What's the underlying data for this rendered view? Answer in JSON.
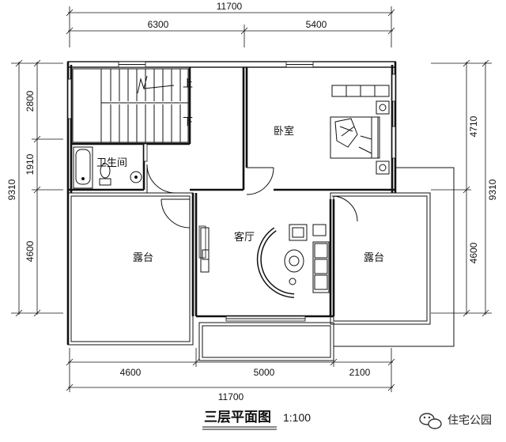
{
  "dimensions": {
    "top_total": "11700",
    "top_left": "6300",
    "top_right": "5400",
    "bottom_total": "11700",
    "bottom_left": "4600",
    "bottom_mid": "5000",
    "bottom_right": "2100",
    "left_total": "9310",
    "left_top": "2800",
    "left_mid": "1910",
    "left_bottom": "4600",
    "right_total": "9310",
    "right_top": "4710",
    "right_bottom": "4600"
  },
  "rooms": {
    "stair_up": "上",
    "stair_down": "下",
    "bathroom": "卫生间",
    "bedroom": "卧室",
    "living_room": "客厅",
    "terrace_left": "露台",
    "terrace_right": "露台"
  },
  "caption": {
    "title": "三层平面图",
    "scale": "1:100"
  },
  "watermark": {
    "text": "住宅公园",
    "icon": "wechat-icon"
  }
}
